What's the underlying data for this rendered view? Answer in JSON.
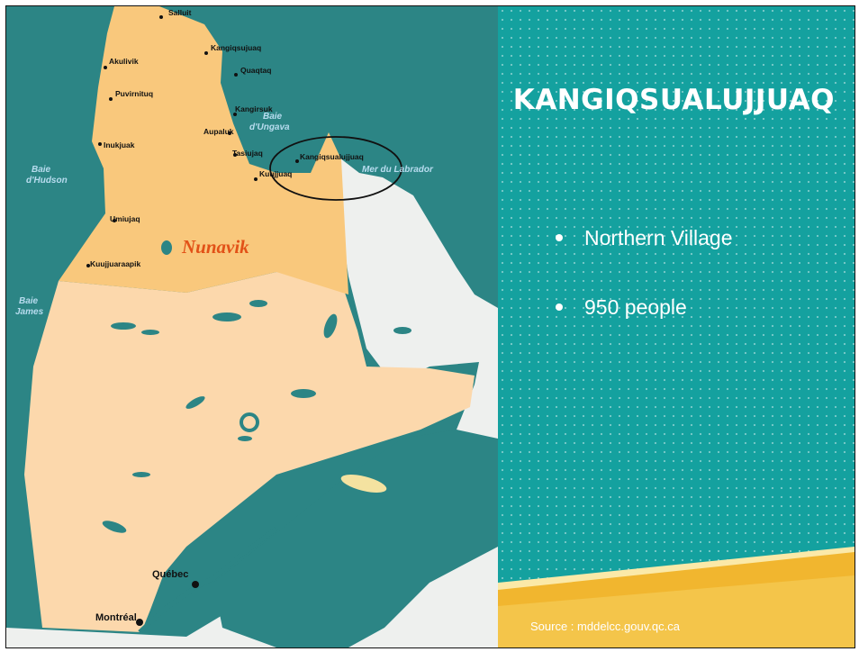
{
  "slide": {
    "title": "KANGIQSUALUJJUAQ",
    "bullets": [
      "Northern Village",
      "950 people"
    ],
    "source": "Source :  mddelcc.gouv.qc.ca"
  },
  "map": {
    "region_label": "Nunavik",
    "water_labels": {
      "baie_hudson_line1": "Baie",
      "baie_hudson_line2": "d'Hudson",
      "baie_james_line1": "Baie",
      "baie_james_line2": "James",
      "baie_ungava_line1": "Baie",
      "baie_ungava_line2": "d'Ungava",
      "mer_labrador": "Mer du Labrador"
    },
    "communities": [
      "Salluit",
      "Kangiqsujuaq",
      "Akulivik",
      "Quaqtaq",
      "Puvirnituq",
      "Kangirsuk",
      "Aupaluk",
      "Inukjuak",
      "Tasiujaq",
      "Kangiqsualujjuaq",
      "Kuujjuaq",
      "Umiujaq",
      "Kuujjuaraapik"
    ],
    "cities": [
      "Québec",
      "Montréal"
    ]
  },
  "colors": {
    "teal_panel": "#14a19f",
    "water": "#2c8585",
    "nunavik": "#f9c87c",
    "quebec": "#fcd8ac",
    "land_outside": "#eef0ee",
    "gold_bar": "#f1b62f"
  }
}
